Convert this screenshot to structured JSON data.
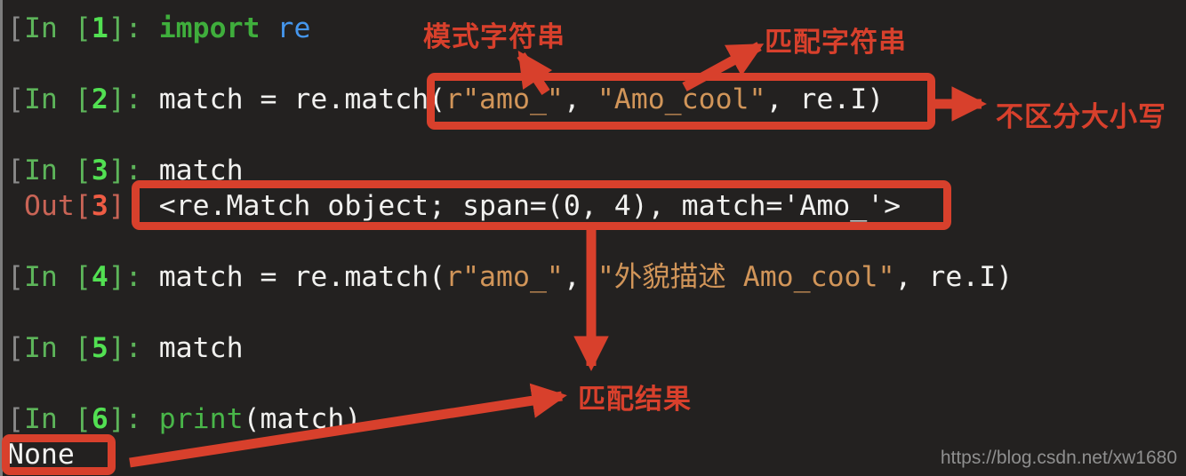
{
  "terminal": {
    "lines": [
      {
        "parts": [
          {
            "t": "[",
            "c": "dim"
          },
          {
            "t": "In ",
            "c": "grn"
          },
          {
            "t": "[",
            "c": "grn"
          },
          {
            "t": "1",
            "c": "gnum"
          },
          {
            "t": "]: ",
            "c": "grn"
          },
          {
            "t": "import",
            "c": "kwb"
          },
          {
            "t": " ",
            "c": "w"
          },
          {
            "t": "re",
            "c": "blue"
          }
        ]
      },
      {
        "parts": []
      },
      {
        "parts": [
          {
            "t": "[",
            "c": "dim"
          },
          {
            "t": "In ",
            "c": "grn"
          },
          {
            "t": "[",
            "c": "grn"
          },
          {
            "t": "2",
            "c": "gnum"
          },
          {
            "t": "]: ",
            "c": "grn"
          },
          {
            "t": "match = re.match(",
            "c": "w"
          },
          {
            "t": "r\"amo_\"",
            "c": "str"
          },
          {
            "t": ", ",
            "c": "w"
          },
          {
            "t": "\"Amo_cool\"",
            "c": "str"
          },
          {
            "t": ", re.I)",
            "c": "w"
          }
        ]
      },
      {
        "parts": []
      },
      {
        "parts": [
          {
            "t": "[",
            "c": "dim"
          },
          {
            "t": "In ",
            "c": "grn"
          },
          {
            "t": "[",
            "c": "grn"
          },
          {
            "t": "3",
            "c": "gnum"
          },
          {
            "t": "]: ",
            "c": "grn"
          },
          {
            "t": "match",
            "c": "w"
          }
        ]
      },
      {
        "parts": [
          {
            "t": " ",
            "c": "w"
          },
          {
            "t": "Out[",
            "c": "out"
          },
          {
            "t": "3",
            "c": "onum"
          },
          {
            "t": "]: ",
            "c": "out"
          },
          {
            "t": "<re.Match object; span=(0, 4), match='Amo_'>",
            "c": "w"
          }
        ]
      },
      {
        "parts": []
      },
      {
        "parts": [
          {
            "t": "[",
            "c": "dim"
          },
          {
            "t": "In ",
            "c": "grn"
          },
          {
            "t": "[",
            "c": "grn"
          },
          {
            "t": "4",
            "c": "gnum"
          },
          {
            "t": "]: ",
            "c": "grn"
          },
          {
            "t": "match = re.match(",
            "c": "w"
          },
          {
            "t": "r\"amo_\"",
            "c": "str"
          },
          {
            "t": ", ",
            "c": "w"
          },
          {
            "t": "\"外貌描述 Amo_cool\"",
            "c": "str"
          },
          {
            "t": ", re.I)",
            "c": "w"
          }
        ]
      },
      {
        "parts": []
      },
      {
        "parts": [
          {
            "t": "[",
            "c": "dim"
          },
          {
            "t": "In ",
            "c": "grn"
          },
          {
            "t": "[",
            "c": "grn"
          },
          {
            "t": "5",
            "c": "gnum"
          },
          {
            "t": "]: ",
            "c": "grn"
          },
          {
            "t": "match",
            "c": "w"
          }
        ]
      },
      {
        "parts": []
      },
      {
        "parts": [
          {
            "t": "[",
            "c": "dim"
          },
          {
            "t": "In ",
            "c": "grn"
          },
          {
            "t": "[",
            "c": "grn"
          },
          {
            "t": "6",
            "c": "gnum"
          },
          {
            "t": "]: ",
            "c": "grn"
          },
          {
            "t": "print",
            "c": "kw"
          },
          {
            "t": "(match)",
            "c": "w"
          }
        ]
      },
      {
        "parts": [
          {
            "t": "None",
            "c": "w"
          }
        ]
      }
    ]
  },
  "annotations": {
    "pattern_label": "模式字符串",
    "match_string_label": "匹配字符串",
    "case_insensitive_label": "不区分大小写",
    "match_result_label": "匹配结果"
  },
  "watermark": "https://blog.csdn.net/xw1680",
  "colors": {
    "background": "#232120",
    "annotation_red": "#d8402c",
    "prompt_green": "#5db55a",
    "prompt_green_bright": "#52e052",
    "out_red": "#c96456",
    "string_orange": "#d19559",
    "module_blue": "#4596ec",
    "code_white": "#f1f1ef"
  }
}
